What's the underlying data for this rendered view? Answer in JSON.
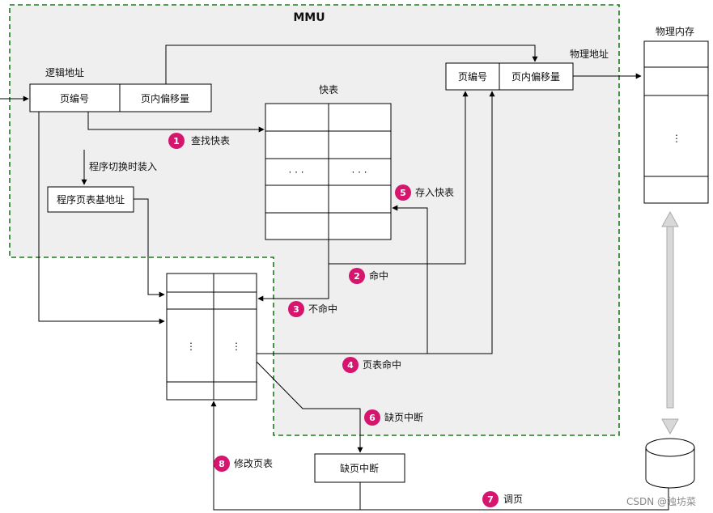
{
  "mmu": {
    "title": "MMU"
  },
  "logical_address": {
    "label": "逻辑地址",
    "page_number": "页编号",
    "offset": "页内偏移量"
  },
  "physical_address": {
    "label": "物理地址",
    "page_number": "页编号",
    "offset": "页内偏移量"
  },
  "tlb": {
    "label": "快表",
    "ellipsis": "· · ·"
  },
  "page_table_base": {
    "load_label": "程序切换时装入",
    "box_label": "程序页表基地址"
  },
  "page_table": {
    "ellipsis": "⋮"
  },
  "physical_memory": {
    "label": "物理内存",
    "ellipsis": "⋮"
  },
  "page_fault_box": {
    "label": "缺页中断"
  },
  "steps": [
    {
      "num": "1",
      "label": "查找快表"
    },
    {
      "num": "2",
      "label": "命中"
    },
    {
      "num": "3",
      "label": "不命中"
    },
    {
      "num": "4",
      "label": "页表命中"
    },
    {
      "num": "5",
      "label": "存入快表"
    },
    {
      "num": "6",
      "label": "缺页中断"
    },
    {
      "num": "7",
      "label": "调页"
    },
    {
      "num": "8",
      "label": "修改页表"
    }
  ],
  "watermark": "CSDN @独坊菜",
  "colors": {
    "step_badge": "#d6166e",
    "mmu_border": "#1a7a1a",
    "mmu_fill": "#efefef",
    "double_arrow": "#c8c8c8"
  }
}
